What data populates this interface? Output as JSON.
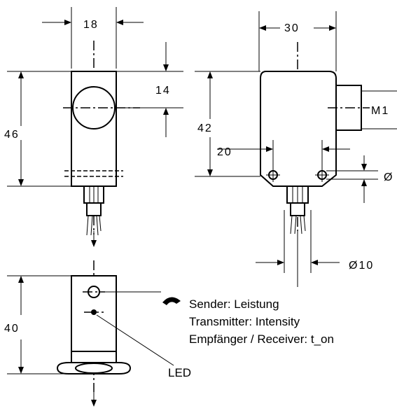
{
  "dimensions": {
    "top_width": "18",
    "lens_offset": "14",
    "front_height": "46",
    "side_width": "30",
    "side_height": "42",
    "hole_spacing": "20",
    "hole_diameter": "Ø",
    "connector_thread": "M1",
    "cable_diameter": "Ø10",
    "bottom_height": "40"
  },
  "legend": {
    "line1": "Sender: Leistung",
    "line2": "Transmitter: Intensity",
    "line3": "Empfänger / Receiver: t_on"
  },
  "led_label": "LED",
  "icons": {
    "knob": "potentiometer-knob-icon"
  }
}
